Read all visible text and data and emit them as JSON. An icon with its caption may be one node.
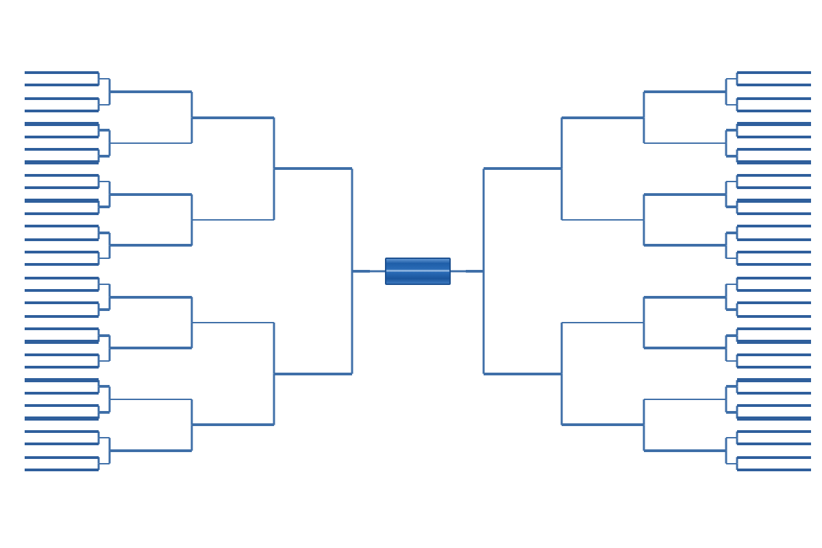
{
  "diagram": {
    "nodes": [
      {
        "text": [],
        "shape": "bar"
      },
      {
        "text": [],
        "shape": "bar"
      },
      {
        "text": [],
        "shape": "bar"
      },
      {
        "text": [],
        "shape": "bar"
      },
      {
        "text": [],
        "shape": "bar"
      },
      {
        "text": [],
        "shape": "bar"
      },
      {
        "text": [],
        "shape": "bar"
      },
      {
        "text": [],
        "shape": "bar"
      },
      {
        "text": [],
        "shape": "bar"
      },
      {
        "text": [],
        "shape": "bar"
      },
      {
        "text": [],
        "shape": "bar"
      },
      {
        "text": [],
        "shape": "bar"
      },
      {
        "text": [],
        "shape": "bar"
      },
      {
        "text": [],
        "shape": "bar"
      },
      {
        "text": [],
        "shape": "bar"
      },
      {
        "text": [],
        "shape": "bar"
      },
      {
        "text": [],
        "shape": "bar"
      },
      {
        "text": [],
        "shape": "bar"
      },
      {
        "text": [],
        "shape": "bar"
      },
      {
        "text": [],
        "shape": "bar"
      },
      {
        "text": [],
        "shape": "bar"
      },
      {
        "text": [],
        "shape": "bar"
      },
      {
        "text": [],
        "shape": "bar"
      },
      {
        "text": [],
        "shape": "bar"
      },
      {
        "text": [],
        "shape": "bar"
      },
      {
        "text": [],
        "shape": "bar"
      },
      {
        "text": [],
        "shape": "bar"
      },
      {
        "text": [],
        "shape": "bar"
      },
      {
        "text": [],
        "shape": "bar"
      },
      {
        "text": [],
        "shape": "bar"
      },
      {
        "text": [],
        "shape": "bar"
      },
      {
        "text": [],
        "shape": "bar"
      },
      {
        "text": [],
        "shape": "bar"
      },
      {
        "text": [],
        "shape": "bar"
      },
      {
        "text": [],
        "shape": "bar"
      },
      {
        "text": [],
        "shape": "bar"
      },
      {
        "text": [],
        "shape": "bar"
      },
      {
        "text": [],
        "shape": "bar"
      },
      {
        "text": [],
        "shape": "bar"
      },
      {
        "text": [],
        "shape": "bar"
      },
      {
        "text": [],
        "shape": "bar"
      },
      {
        "text": [],
        "shape": "bar"
      },
      {
        "text": [],
        "shape": "bar"
      },
      {
        "text": [],
        "shape": "bar"
      },
      {
        "text": [],
        "shape": "bar"
      },
      {
        "text": [],
        "shape": "bar"
      },
      {
        "text": [],
        "shape": "bar"
      },
      {
        "text": [],
        "shape": "bar"
      },
      {
        "text": [],
        "shape": "bar"
      },
      {
        "text": [],
        "shape": "bar"
      },
      {
        "text": [],
        "shape": "bar"
      },
      {
        "text": [],
        "shape": "bar"
      },
      {
        "text": [],
        "shape": "bar"
      },
      {
        "text": [],
        "shape": "bar"
      },
      {
        "text": [],
        "shape": "bar"
      },
      {
        "text": [],
        "shape": "bar"
      },
      {
        "text": [],
        "shape": "bar"
      },
      {
        "text": [],
        "shape": "bar"
      },
      {
        "text": [],
        "shape": "bar"
      },
      {
        "text": [],
        "shape": "bar"
      },
      {
        "text": [],
        "shape": "bar"
      },
      {
        "text": [],
        "shape": "bar"
      },
      {
        "text": [],
        "shape": "bar"
      },
      {
        "text": [],
        "shape": "box"
      },
      {
        "text": [],
        "shape": "bar"
      },
      {
        "text": [],
        "shape": "bar"
      },
      {
        "text": [],
        "shape": "bar"
      },
      {
        "text": [],
        "shape": "bar"
      },
      {
        "text": [],
        "shape": "bar"
      },
      {
        "text": [],
        "shape": "bar"
      },
      {
        "text": [],
        "shape": "bar"
      },
      {
        "text": [],
        "shape": "bar"
      },
      {
        "text": [],
        "shape": "bar"
      },
      {
        "text": [],
        "shape": "bar"
      },
      {
        "text": [],
        "shape": "bar"
      },
      {
        "text": [],
        "shape": "bar"
      },
      {
        "text": [],
        "shape": "bar"
      },
      {
        "text": [],
        "shape": "bar"
      },
      {
        "text": [],
        "shape": "bar"
      },
      {
        "text": [],
        "shape": "bar"
      },
      {
        "text": [],
        "shape": "bar"
      },
      {
        "text": [],
        "shape": "bar"
      },
      {
        "text": [],
        "shape": "bar"
      },
      {
        "text": [],
        "shape": "bar"
      },
      {
        "text": [],
        "shape": "bar"
      },
      {
        "text": [],
        "shape": "bar"
      },
      {
        "text": [],
        "shape": "bar"
      },
      {
        "text": [],
        "shape": "bar"
      },
      {
        "text": [],
        "shape": "bar"
      },
      {
        "text": [],
        "shape": "bar"
      },
      {
        "text": [],
        "shape": "bar"
      },
      {
        "text": [],
        "shape": "bar"
      },
      {
        "text": [],
        "shape": "bar"
      },
      {
        "text": [],
        "shape": "bar"
      },
      {
        "text": [],
        "shape": "bar"
      },
      {
        "text": [],
        "shape": "bar"
      },
      {
        "text": [],
        "shape": "bar"
      },
      {
        "text": [],
        "shape": "bar"
      },
      {
        "text": [],
        "shape": "bar"
      },
      {
        "text": [],
        "shape": "bar"
      },
      {
        "text": [],
        "shape": "bar"
      },
      {
        "text": [],
        "shape": "bar"
      },
      {
        "text": [],
        "shape": "bar"
      },
      {
        "text": [],
        "shape": "bar"
      },
      {
        "text": [],
        "shape": "bar"
      },
      {
        "text": [],
        "shape": "bar"
      },
      {
        "text": [],
        "shape": "bar"
      },
      {
        "text": [],
        "shape": "bar"
      },
      {
        "text": [],
        "shape": "bar"
      },
      {
        "text": [],
        "shape": "bar"
      },
      {
        "text": [],
        "shape": "bar"
      },
      {
        "text": [],
        "shape": "bar"
      },
      {
        "text": [],
        "shape": "bar"
      },
      {
        "text": [],
        "shape": "bar"
      },
      {
        "text": [],
        "shape": "bar"
      },
      {
        "text": [],
        "shape": "bar"
      },
      {
        "text": [],
        "shape": "bar"
      },
      {
        "text": [],
        "shape": "bar"
      },
      {
        "text": [],
        "shape": "bar"
      },
      {
        "text": [],
        "shape": "bar"
      },
      {
        "text": [],
        "shape": "bar"
      },
      {
        "text": [],
        "shape": "bar"
      },
      {
        "text": [],
        "shape": "bar"
      },
      {
        "text": [],
        "shape": "bar"
      },
      {
        "text": [],
        "shape": "bar"
      },
      {
        "text": [],
        "shape": "bar"
      },
      {
        "text": [],
        "shape": "bar"
      }
    ],
    "edges": [
      {
        "from": 0,
        "to": 32,
        "arrow": "none"
      },
      {
        "from": 1,
        "to": 32,
        "arrow": "none"
      },
      {
        "from": 2,
        "to": 33,
        "arrow": "none"
      },
      {
        "from": 3,
        "to": 33,
        "arrow": "none"
      },
      {
        "from": 4,
        "to": 34,
        "arrow": "none"
      },
      {
        "from": 5,
        "to": 34,
        "arrow": "none"
      },
      {
        "from": 6,
        "to": 35,
        "arrow": "none"
      },
      {
        "from": 7,
        "to": 35,
        "arrow": "none"
      },
      {
        "from": 8,
        "to": 36,
        "arrow": "none"
      },
      {
        "from": 9,
        "to": 36,
        "arrow": "none"
      },
      {
        "from": 10,
        "to": 37,
        "arrow": "none"
      },
      {
        "from": 11,
        "to": 37,
        "arrow": "none"
      },
      {
        "from": 12,
        "to": 38,
        "arrow": "none"
      },
      {
        "from": 13,
        "to": 38,
        "arrow": "none"
      },
      {
        "from": 14,
        "to": 39,
        "arrow": "none"
      },
      {
        "from": 15,
        "to": 39,
        "arrow": "none"
      },
      {
        "from": 16,
        "to": 40,
        "arrow": "none"
      },
      {
        "from": 17,
        "to": 40,
        "arrow": "none"
      },
      {
        "from": 18,
        "to": 41,
        "arrow": "none"
      },
      {
        "from": 19,
        "to": 41,
        "arrow": "none"
      },
      {
        "from": 20,
        "to": 42,
        "arrow": "none"
      },
      {
        "from": 21,
        "to": 42,
        "arrow": "none"
      },
      {
        "from": 22,
        "to": 43,
        "arrow": "none"
      },
      {
        "from": 23,
        "to": 43,
        "arrow": "none"
      },
      {
        "from": 24,
        "to": 44,
        "arrow": "none"
      },
      {
        "from": 25,
        "to": 44,
        "arrow": "none"
      },
      {
        "from": 26,
        "to": 45,
        "arrow": "none"
      },
      {
        "from": 27,
        "to": 45,
        "arrow": "none"
      },
      {
        "from": 28,
        "to": 46,
        "arrow": "none"
      },
      {
        "from": 29,
        "to": 46,
        "arrow": "none"
      },
      {
        "from": 30,
        "to": 47,
        "arrow": "none"
      },
      {
        "from": 31,
        "to": 47,
        "arrow": "none"
      },
      {
        "from": 32,
        "to": 48,
        "arrow": "none"
      },
      {
        "from": 33,
        "to": 48,
        "arrow": "none"
      },
      {
        "from": 34,
        "to": 49,
        "arrow": "none"
      },
      {
        "from": 35,
        "to": 49,
        "arrow": "none"
      },
      {
        "from": 36,
        "to": 50,
        "arrow": "none"
      },
      {
        "from": 37,
        "to": 50,
        "arrow": "none"
      },
      {
        "from": 38,
        "to": 51,
        "arrow": "none"
      },
      {
        "from": 39,
        "to": 51,
        "arrow": "none"
      },
      {
        "from": 40,
        "to": 52,
        "arrow": "none"
      },
      {
        "from": 41,
        "to": 52,
        "arrow": "none"
      },
      {
        "from": 42,
        "to": 53,
        "arrow": "none"
      },
      {
        "from": 43,
        "to": 53,
        "arrow": "none"
      },
      {
        "from": 44,
        "to": 54,
        "arrow": "none"
      },
      {
        "from": 45,
        "to": 54,
        "arrow": "none"
      },
      {
        "from": 46,
        "to": 55,
        "arrow": "none"
      },
      {
        "from": 47,
        "to": 55,
        "arrow": "none"
      },
      {
        "from": 48,
        "to": 56,
        "arrow": "none"
      },
      {
        "from": 49,
        "to": 56,
        "arrow": "none"
      },
      {
        "from": 50,
        "to": 57,
        "arrow": "none"
      },
      {
        "from": 51,
        "to": 57,
        "arrow": "none"
      },
      {
        "from": 52,
        "to": 58,
        "arrow": "none"
      },
      {
        "from": 53,
        "to": 58,
        "arrow": "none"
      },
      {
        "from": 54,
        "to": 59,
        "arrow": "none"
      },
      {
        "from": 55,
        "to": 59,
        "arrow": "none"
      },
      {
        "from": 56,
        "to": 60,
        "arrow": "none"
      },
      {
        "from": 57,
        "to": 60,
        "arrow": "none"
      },
      {
        "from": 58,
        "to": 61,
        "arrow": "none"
      },
      {
        "from": 59,
        "to": 61,
        "arrow": "none"
      },
      {
        "from": 60,
        "to": 62,
        "arrow": "none"
      },
      {
        "from": 61,
        "to": 62,
        "arrow": "none"
      },
      {
        "from": 62,
        "to": 63,
        "arrow": "none"
      },
      {
        "from": 64,
        "to": 96,
        "arrow": "none"
      },
      {
        "from": 65,
        "to": 96,
        "arrow": "none"
      },
      {
        "from": 66,
        "to": 97,
        "arrow": "none"
      },
      {
        "from": 67,
        "to": 97,
        "arrow": "none"
      },
      {
        "from": 68,
        "to": 98,
        "arrow": "none"
      },
      {
        "from": 69,
        "to": 98,
        "arrow": "none"
      },
      {
        "from": 70,
        "to": 99,
        "arrow": "none"
      },
      {
        "from": 71,
        "to": 99,
        "arrow": "none"
      },
      {
        "from": 72,
        "to": 100,
        "arrow": "none"
      },
      {
        "from": 73,
        "to": 100,
        "arrow": "none"
      },
      {
        "from": 74,
        "to": 101,
        "arrow": "none"
      },
      {
        "from": 75,
        "to": 101,
        "arrow": "none"
      },
      {
        "from": 76,
        "to": 102,
        "arrow": "none"
      },
      {
        "from": 77,
        "to": 102,
        "arrow": "none"
      },
      {
        "from": 78,
        "to": 103,
        "arrow": "none"
      },
      {
        "from": 79,
        "to": 103,
        "arrow": "none"
      },
      {
        "from": 80,
        "to": 104,
        "arrow": "none"
      },
      {
        "from": 81,
        "to": 104,
        "arrow": "none"
      },
      {
        "from": 82,
        "to": 105,
        "arrow": "none"
      },
      {
        "from": 83,
        "to": 105,
        "arrow": "none"
      },
      {
        "from": 84,
        "to": 106,
        "arrow": "none"
      },
      {
        "from": 85,
        "to": 106,
        "arrow": "none"
      },
      {
        "from": 86,
        "to": 107,
        "arrow": "none"
      },
      {
        "from": 87,
        "to": 107,
        "arrow": "none"
      },
      {
        "from": 88,
        "to": 108,
        "arrow": "none"
      },
      {
        "from": 89,
        "to": 108,
        "arrow": "none"
      },
      {
        "from": 90,
        "to": 109,
        "arrow": "none"
      },
      {
        "from": 91,
        "to": 109,
        "arrow": "none"
      },
      {
        "from": 92,
        "to": 110,
        "arrow": "none"
      },
      {
        "from": 93,
        "to": 110,
        "arrow": "none"
      },
      {
        "from": 94,
        "to": 111,
        "arrow": "none"
      },
      {
        "from": 95,
        "to": 111,
        "arrow": "none"
      },
      {
        "from": 96,
        "to": 112,
        "arrow": "none"
      },
      {
        "from": 97,
        "to": 112,
        "arrow": "none"
      },
      {
        "from": 98,
        "to": 113,
        "arrow": "none"
      },
      {
        "from": 99,
        "to": 113,
        "arrow": "none"
      },
      {
        "from": 100,
        "to": 114,
        "arrow": "none"
      },
      {
        "from": 101,
        "to": 114,
        "arrow": "none"
      },
      {
        "from": 102,
        "to": 115,
        "arrow": "none"
      },
      {
        "from": 103,
        "to": 115,
        "arrow": "none"
      },
      {
        "from": 104,
        "to": 116,
        "arrow": "none"
      },
      {
        "from": 105,
        "to": 116,
        "arrow": "none"
      },
      {
        "from": 106,
        "to": 117,
        "arrow": "none"
      },
      {
        "from": 107,
        "to": 117,
        "arrow": "none"
      },
      {
        "from": 108,
        "to": 118,
        "arrow": "none"
      },
      {
        "from": 109,
        "to": 118,
        "arrow": "none"
      },
      {
        "from": 110,
        "to": 119,
        "arrow": "none"
      },
      {
        "from": 111,
        "to": 119,
        "arrow": "none"
      },
      {
        "from": 112,
        "to": 120,
        "arrow": "none"
      },
      {
        "from": 113,
        "to": 120,
        "arrow": "none"
      },
      {
        "from": 114,
        "to": 121,
        "arrow": "none"
      },
      {
        "from": 115,
        "to": 121,
        "arrow": "none"
      },
      {
        "from": 116,
        "to": 122,
        "arrow": "none"
      },
      {
        "from": 117,
        "to": 122,
        "arrow": "none"
      },
      {
        "from": 118,
        "to": 123,
        "arrow": "none"
      },
      {
        "from": 119,
        "to": 123,
        "arrow": "none"
      },
      {
        "from": 120,
        "to": 124,
        "arrow": "none"
      },
      {
        "from": 121,
        "to": 124,
        "arrow": "none"
      },
      {
        "from": 122,
        "to": 125,
        "arrow": "none"
      },
      {
        "from": 123,
        "to": 125,
        "arrow": "none"
      },
      {
        "from": 124,
        "to": 126,
        "arrow": "none"
      },
      {
        "from": 125,
        "to": 126,
        "arrow": "none"
      },
      {
        "from": 126,
        "to": 63,
        "arrow": "none"
      }
    ]
  }
}
